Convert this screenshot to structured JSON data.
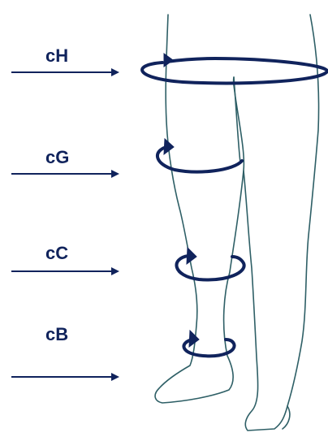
{
  "colors": {
    "navy": "#10235c",
    "outline": "#2e5f66"
  },
  "labels": [
    {
      "text": "cH"
    },
    {
      "text": "cG"
    },
    {
      "text": "cC"
    },
    {
      "text": "cB"
    }
  ]
}
